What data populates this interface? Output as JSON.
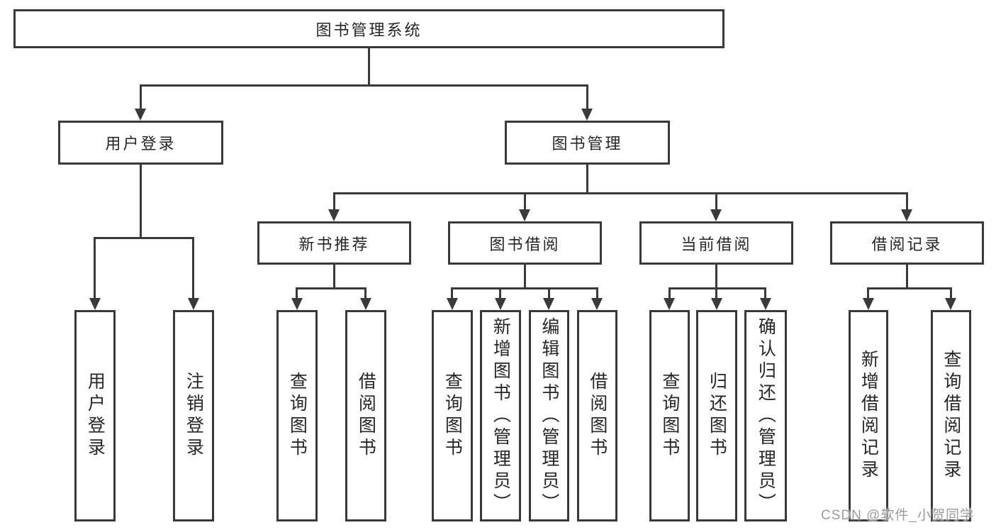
{
  "diagram": {
    "root": {
      "label": "图书管理系统"
    },
    "level2": [
      {
        "label": "用户登录"
      },
      {
        "label": "图书管理"
      }
    ],
    "level3": [
      {
        "label": "新书推荐"
      },
      {
        "label": "图书借阅"
      },
      {
        "label": "当前借阅"
      },
      {
        "label": "借阅记录"
      }
    ],
    "leaves": {
      "user_login": [
        {
          "label": "用户登录"
        },
        {
          "label": "注销登录"
        }
      ],
      "new_book": [
        {
          "label": "查询图书"
        },
        {
          "label": "借阅图书"
        }
      ],
      "book_borrow": [
        {
          "label": "查询图书"
        },
        {
          "label": "新增图书（管理员）"
        },
        {
          "label": "编辑图书（管理员）"
        },
        {
          "label": "借阅图书"
        }
      ],
      "current_borrow": [
        {
          "label": "查询图书"
        },
        {
          "label": "归还图书"
        },
        {
          "label": "确认归还（管理员）"
        }
      ],
      "borrow_record": [
        {
          "label": "新增借阅记录"
        },
        {
          "label": "查询借阅记录"
        }
      ]
    },
    "watermark": {
      "text": "CSDN @软件_小贺同学"
    },
    "colors": {
      "line": "#3a3a3a",
      "text": "#262626",
      "background": "#ffffff",
      "watermark": "#9b9b9b"
    }
  }
}
